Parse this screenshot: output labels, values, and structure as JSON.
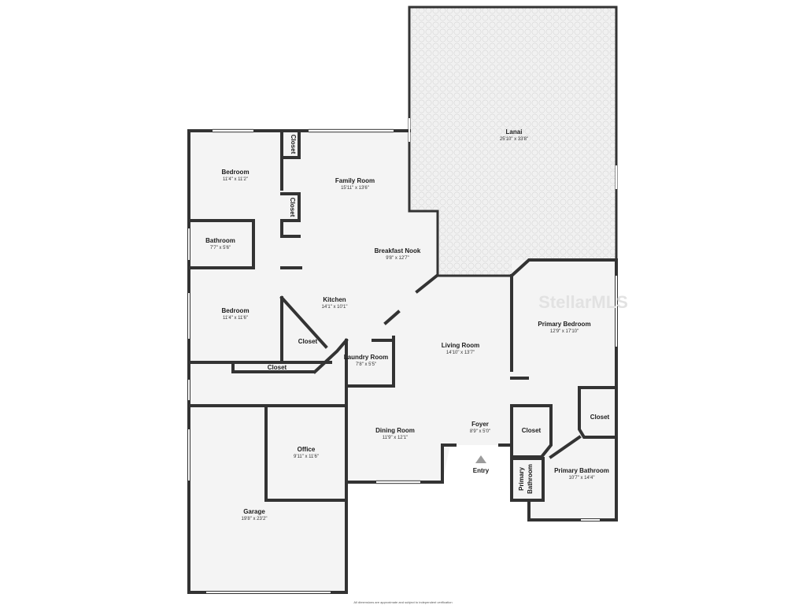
{
  "rooms": {
    "lanai": {
      "name": "Lanai",
      "dim": "25'10\" x 33'8\""
    },
    "family_room": {
      "name": "Family Room",
      "dim": "15'11\" x 13'6\""
    },
    "bedroom_1": {
      "name": "Bedroom",
      "dim": "11'4\" x 11'2\""
    },
    "bedroom_2": {
      "name": "Bedroom",
      "dim": "11'4\" x 11'6\""
    },
    "bathroom": {
      "name": "Bathroom",
      "dim": "7'7\" x 5'6\""
    },
    "breakfast_nook": {
      "name": "Breakfast Nook",
      "dim": "9'8\" x 12'7\""
    },
    "kitchen": {
      "name": "Kitchen",
      "dim": "14'1\" x 10'1\""
    },
    "laundry_room": {
      "name": "Laundry Room",
      "dim": "7'8\" x 5'5\""
    },
    "living_room": {
      "name": "Living Room",
      "dim": "14'10\" x 13'7\""
    },
    "primary_bedroom": {
      "name": "Primary Bedroom",
      "dim": "12'9\" x 17'10\""
    },
    "office": {
      "name": "Office",
      "dim": "9'11\" x 11'6\""
    },
    "dining_room": {
      "name": "Dining Room",
      "dim": "11'9\" x 12'1\""
    },
    "foyer": {
      "name": "Foyer",
      "dim": "8'9\" x 5'0\""
    },
    "primary_bathroom": {
      "name": "Primary Bathroom",
      "dim": "10'7\" x 14'4\""
    },
    "garage": {
      "name": "Garage",
      "dim": "19'8\" x 23'2\""
    }
  },
  "closets": {
    "closet_top": "Closet",
    "closet_mid": "Closet",
    "closet_kitchen": "Closet",
    "closet_hall": "Closet",
    "closet_primary": "Closet",
    "closet_bath": "Closet"
  },
  "primary_bathroom_small": {
    "line1": "Primary",
    "line2": "Bathroom"
  },
  "entry_label": "Entry",
  "watermark": "StellarMLS",
  "footnote": "All dimensions are approximate and subject to independent verification",
  "colors": {
    "wall": "#333333",
    "floor": "#f4f4f4",
    "lanai_floor": "#eeeeee"
  }
}
